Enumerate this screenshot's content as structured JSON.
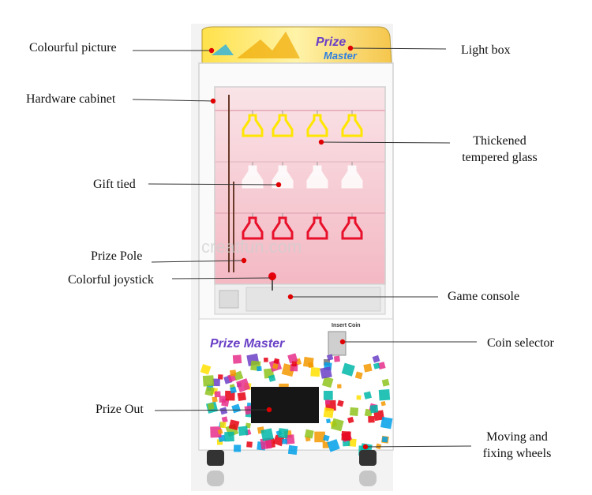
{
  "labels": {
    "colourful_picture": "Colourful picture",
    "hardware_cabinet": "Hardware cabinet",
    "gift_tied": "Gift tied",
    "prize_pole": "Prize Pole",
    "colorful_joystick": "Colorful joystick",
    "prize_out": "Prize Out",
    "light_box": "Light box",
    "thickened_glass_line1": "Thickened",
    "thickened_glass_line2": "tempered glass",
    "game_console": "Game console",
    "coin_selector": "Coin selector",
    "wheels_line1": "Moving and",
    "wheels_line2": "fixing wheels"
  },
  "machine": {
    "brand_top": "Prize",
    "brand_top2": "Master",
    "brand_panel": "Prize Master",
    "insert_coin": "Insert Coin",
    "watermark": "creatfun.com"
  },
  "colors": {
    "leader_line": "#333333",
    "marker_dot": "#e00000",
    "cabinet_white": "#f6f6f6",
    "glass_pink": "#f7d7dc",
    "prize_yellow": "#ffe600",
    "prize_red": "#e8102a"
  }
}
